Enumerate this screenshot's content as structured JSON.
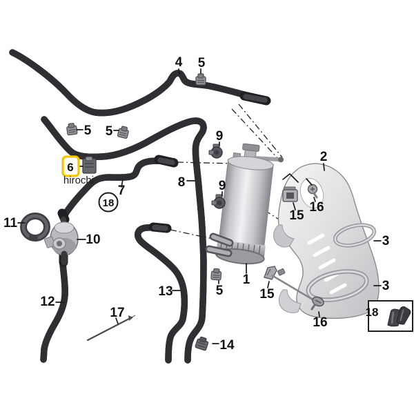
{
  "watermark": "hirochi",
  "highlight": {
    "color": "#F2C500",
    "highlighted_part": "6"
  },
  "colors": {
    "background": "#FFFFFF",
    "hose_dark": "#2E2E33",
    "hose_mid": "#56565C",
    "metal_light": "#EDEDEF",
    "metal_mid": "#B9B9BE",
    "label_text": "#121212"
  },
  "callouts": {
    "part1": "1",
    "part2": "2",
    "part3a": "3",
    "part3b": "3",
    "part4": "4",
    "part5_top": "5",
    "part5_left1": "5",
    "part5_left2": "5",
    "part5_bottom": "5",
    "part6": "6",
    "part7": "7",
    "part8": "8",
    "part9_upper": "9",
    "part9_lower": "9",
    "part10": "10",
    "part11": "11",
    "part12": "12",
    "part13": "13",
    "part14": "14",
    "part15_upper": "15",
    "part15_lower": "15",
    "part16_upper": "16",
    "part16_lower": "16",
    "part17": "17",
    "part18_circled": "18",
    "part18_boxed": "18"
  }
}
